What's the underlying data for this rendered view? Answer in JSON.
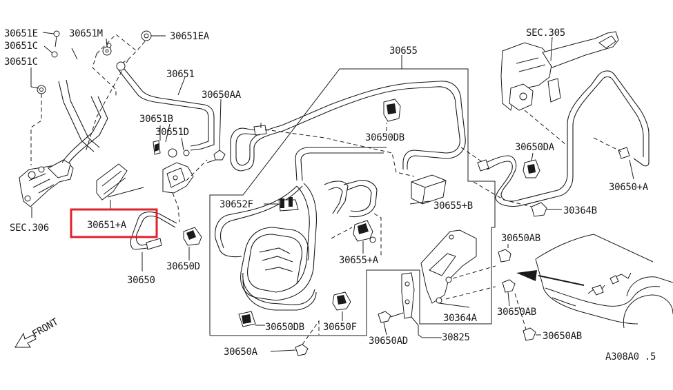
{
  "diagram": {
    "callouts": {
      "c30651E": "30651E",
      "c30651M": "30651M",
      "c30651EA": "30651EA",
      "c30651C_a": "30651C",
      "c30651C_b": "30651C",
      "c30651": "30651",
      "c30650AA": "30650AA",
      "c30651B": "30651B",
      "c30651D": "30651D",
      "sec306": "SEC.306",
      "c30651A": "30651+A",
      "c30650": "30650",
      "c30650D": "30650D",
      "c30655": "30655",
      "c30650DB_top": "30650DB",
      "c30652F": "30652F",
      "c30655B": "30655+B",
      "c30655A": "30655+A",
      "c30650DB_bot": "30650DB",
      "c30650F": "30650F",
      "c30650A": "30650A",
      "c30650AD": "30650AD",
      "c30825": "30825",
      "c30364A": "30364A",
      "sec305": "SEC.305",
      "c30650DA": "30650DA",
      "c30650A_right": "30650+A",
      "c30364B": "30364B",
      "c30650AB_1": "30650AB",
      "c30650AB_2": "30650AB",
      "c30650AB_3": "30650AB",
      "front": "FRONT",
      "ref": "A308A0 .5"
    },
    "highlight_color": "#e0202a",
    "highlighted_callout": "30651+A"
  }
}
